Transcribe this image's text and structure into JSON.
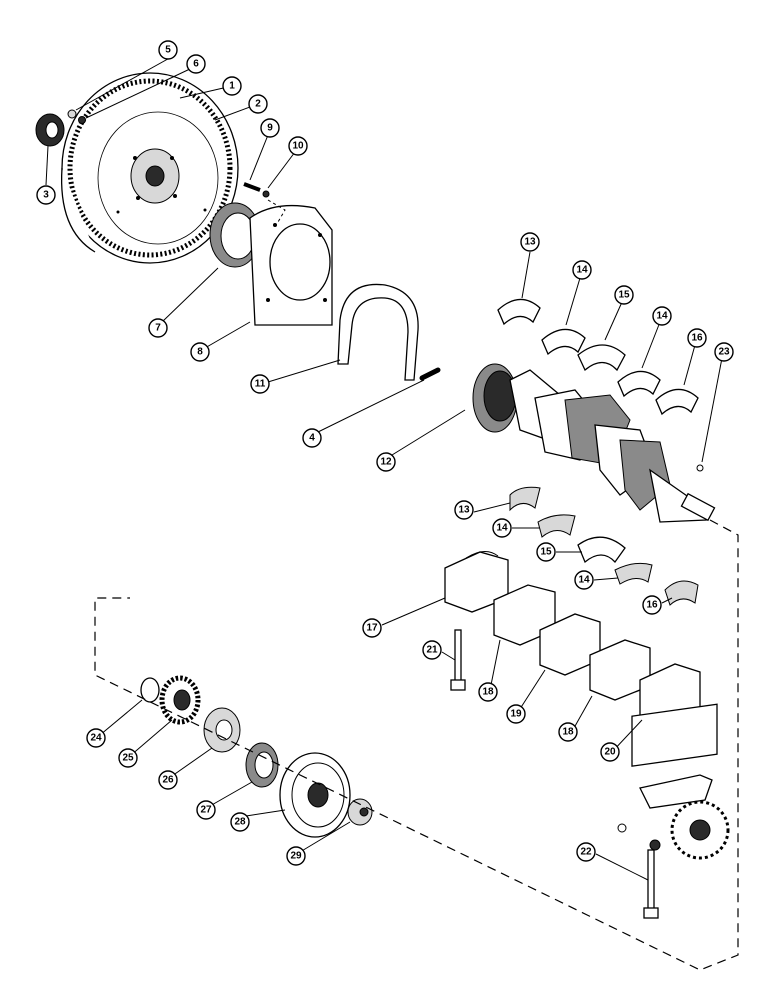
{
  "callouts": [
    {
      "id": "c1",
      "text": "1"
    },
    {
      "id": "c2",
      "text": "2"
    },
    {
      "id": "c3",
      "text": "3"
    },
    {
      "id": "c4",
      "text": "4"
    },
    {
      "id": "c5",
      "text": "5"
    },
    {
      "id": "c6",
      "text": "6"
    },
    {
      "id": "c7",
      "text": "7"
    },
    {
      "id": "c8",
      "text": "8"
    },
    {
      "id": "c9",
      "text": "9"
    },
    {
      "id": "c10",
      "text": "10"
    },
    {
      "id": "c11",
      "text": "11"
    },
    {
      "id": "c12",
      "text": "12"
    },
    {
      "id": "c13a",
      "text": "13"
    },
    {
      "id": "c14a",
      "text": "14"
    },
    {
      "id": "c15a",
      "text": "15"
    },
    {
      "id": "c14b",
      "text": "14"
    },
    {
      "id": "c16a",
      "text": "16"
    },
    {
      "id": "c23",
      "text": "23"
    },
    {
      "id": "c13b",
      "text": "13"
    },
    {
      "id": "c14c",
      "text": "14"
    },
    {
      "id": "c15b",
      "text": "15"
    },
    {
      "id": "c14d",
      "text": "14"
    },
    {
      "id": "c16b",
      "text": "16"
    },
    {
      "id": "c17",
      "text": "17"
    },
    {
      "id": "c21",
      "text": "21"
    },
    {
      "id": "c18a",
      "text": "18"
    },
    {
      "id": "c19",
      "text": "19"
    },
    {
      "id": "c18b",
      "text": "18"
    },
    {
      "id": "c20",
      "text": "20"
    },
    {
      "id": "c22",
      "text": "22"
    },
    {
      "id": "c24",
      "text": "24"
    },
    {
      "id": "c25",
      "text": "25"
    },
    {
      "id": "c26",
      "text": "26"
    },
    {
      "id": "c27",
      "text": "27"
    },
    {
      "id": "c28",
      "text": "28"
    },
    {
      "id": "c29",
      "text": "29"
    }
  ]
}
